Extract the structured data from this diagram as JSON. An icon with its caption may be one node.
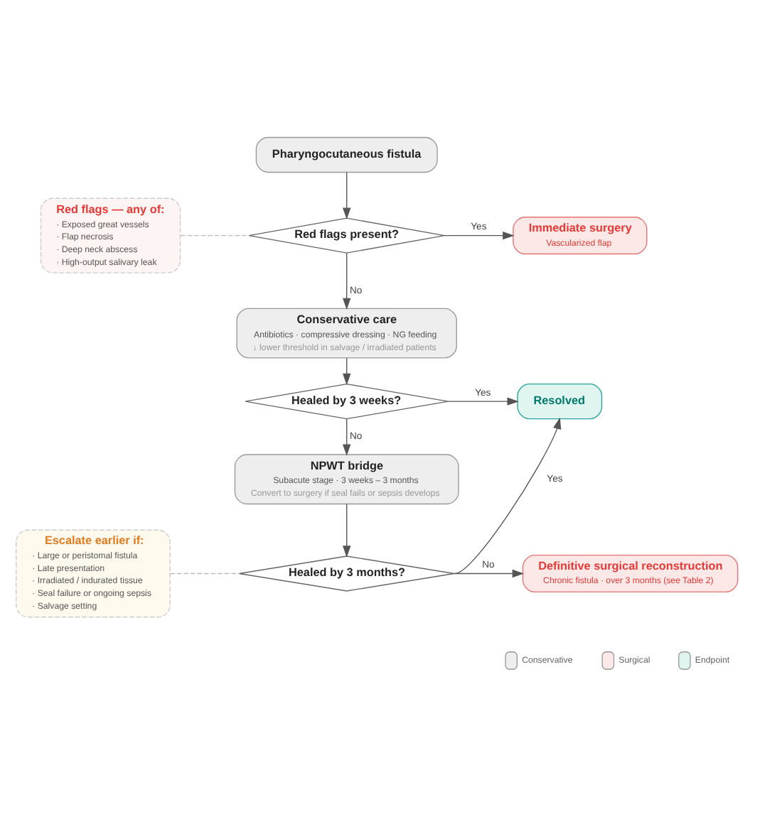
{
  "diagram": {
    "nodes": [
      {
        "text": [
          "Pharyngocutaneous fistula"
        ]
      },
      {
        "text": [
          "Red flags — any of:",
          "· Exposed great vessels",
          "· Flap necrosis",
          "· Deep neck abscess",
          "· High-output salivary leak"
        ]
      },
      {
        "text": [
          "Red flags present?"
        ]
      },
      {
        "text": [
          "Immediate surgery",
          "Vascularized flap"
        ]
      },
      {
        "text": [
          "Conservative care",
          "Antibiotics · compressive dressing · NG feeding",
          "↓ lower threshold in salvage / irradiated patients"
        ]
      },
      {
        "text": [
          "Healed by 3 weeks?"
        ]
      },
      {
        "text": [
          "Resolved"
        ]
      },
      {
        "text": [
          "NPWT bridge",
          "Subacute stage · 3 weeks – 3 months",
          "Convert to surgery if seal fails or sepsis develops"
        ]
      },
      {
        "text": [
          "Escalate earlier if:",
          "· Large or peristomal fistula",
          "· Late presentation",
          "· Irradiated / indurated tissue",
          "· Seal failure or ongoing sepsis",
          "· Salvage setting"
        ]
      },
      {
        "text": [
          "Healed by 3 months?"
        ]
      },
      {
        "text": [
          "Definitive surgical reconstruction",
          "Chronic fistula · over 3 months (see Table 2)"
        ]
      }
    ],
    "edges": [
      {
        "from": 0,
        "to": 2,
        "arrow": "to"
      },
      {
        "from": 1,
        "to": 2,
        "arrow": "none",
        "style": "dashed",
        "color": "#bbbbbb"
      },
      {
        "from": 2,
        "to": 3,
        "arrow": "to",
        "label": "Yes"
      },
      {
        "from": 2,
        "to": 4,
        "arrow": "to",
        "label": "No"
      },
      {
        "from": 4,
        "to": 5,
        "arrow": "to"
      },
      {
        "from": 5,
        "to": 6,
        "arrow": "to",
        "label": "Yes"
      },
      {
        "from": 5,
        "to": 7,
        "arrow": "to",
        "label": "No"
      },
      {
        "from": 7,
        "to": 9,
        "arrow": "to"
      },
      {
        "from": 8,
        "to": 9,
        "arrow": "none",
        "style": "dashed",
        "color": "#bbbbbb"
      },
      {
        "from": 9,
        "to": 6,
        "arrow": "to",
        "label": "Yes"
      },
      {
        "from": 9,
        "to": 10,
        "arrow": "to",
        "label": "No"
      }
    ],
    "legend": [
      {
        "text": "Conservative",
        "color": "#eeeeee"
      },
      {
        "text": "Surgical",
        "color": "#fde8e8"
      },
      {
        "text": "Endpoint",
        "color": "#e0f5f0"
      }
    ]
  }
}
